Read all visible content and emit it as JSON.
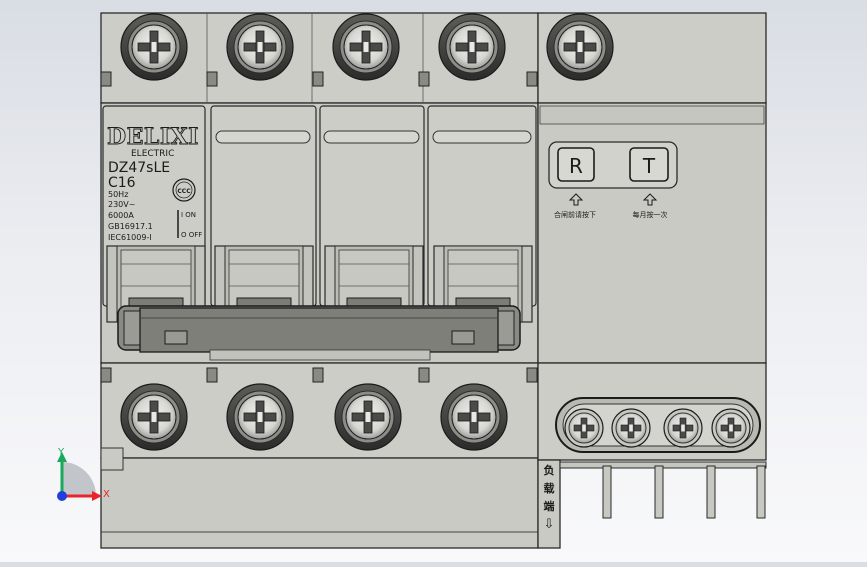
{
  "viewport": {
    "title": "DZ47sLE 4P RCBO 3D model view",
    "background_top": "#d9dde4",
    "background_bottom": "#f9f9fb"
  },
  "breaker": {
    "brand": "DELIXI",
    "brand_sub": "ELECTRIC",
    "model": "DZ47sLE",
    "rating": "C16",
    "frequency": "50Hz",
    "voltage": "230V~",
    "breaking_capacity": "6000A",
    "standard_1": "GB16917.1",
    "standard_2": "IEC61009-I",
    "on_label": "I ON",
    "off_label": "O OFF",
    "cert_mark": "CCC",
    "body_color": "#ccccc6",
    "edge_color": "#2a2a2a"
  },
  "rcd": {
    "reset_button": "R",
    "test_button": "T",
    "reset_caption": "合闸前请按下",
    "test_caption": "每月按一次",
    "load_side_label": [
      "负",
      "载",
      "端"
    ],
    "load_arrow": "⇩"
  },
  "triad": {
    "x_label": "X",
    "y_label": "Y",
    "x_color": "#e8262a",
    "y_color": "#1aa85a",
    "z_color": "#1f3fdc"
  },
  "icons": [
    "up-arrow-icon",
    "down-arrow-icon",
    "screw-terminal-icon",
    "ccc-mark-icon",
    "axis-triad-icon"
  ]
}
